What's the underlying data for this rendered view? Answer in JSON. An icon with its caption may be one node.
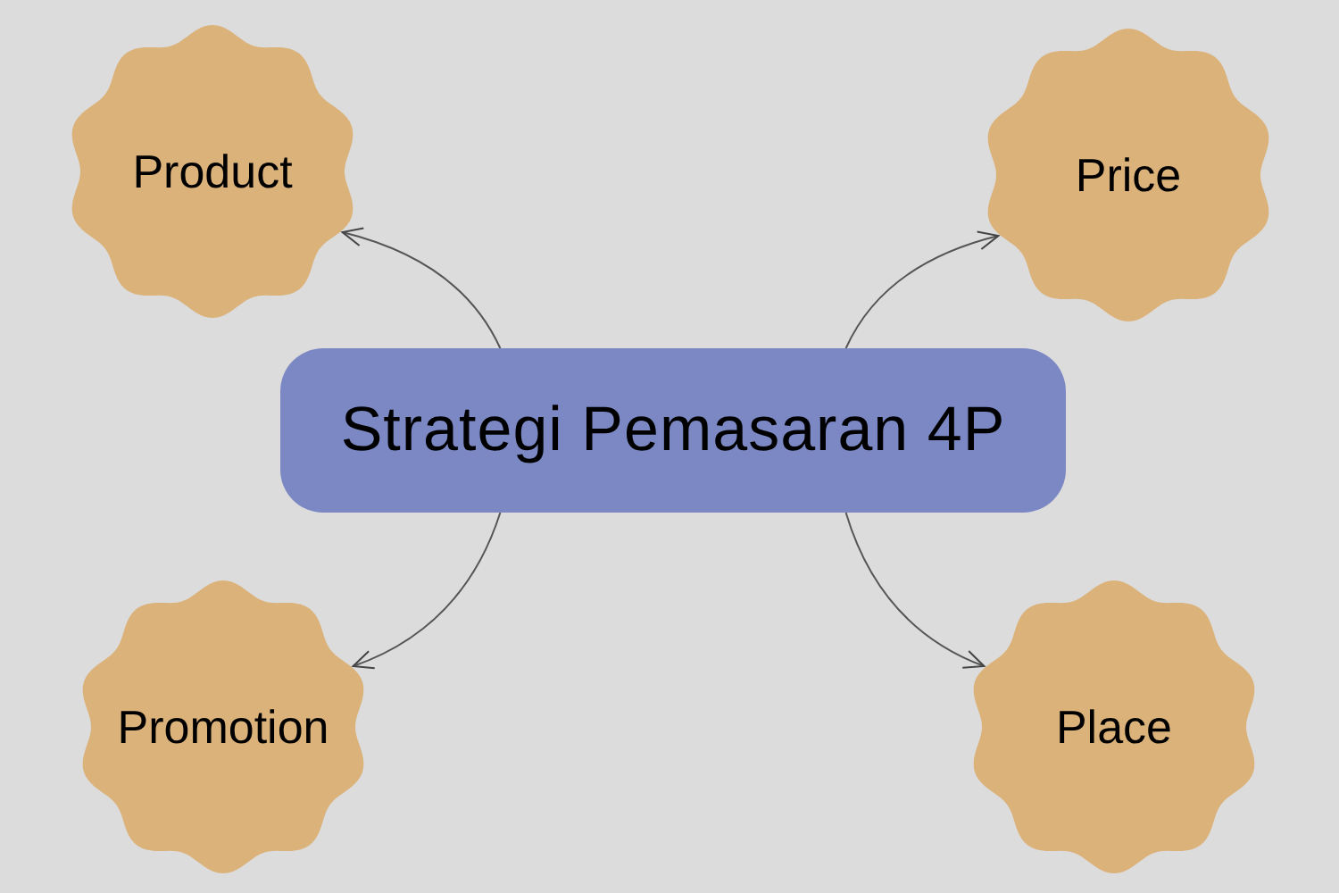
{
  "diagram": {
    "nodes": [
      {
        "text": [
          "Product"
        ]
      },
      {
        "text": [
          "Price"
        ]
      },
      {
        "text": [
          "Strategi Pemasaran 4P"
        ]
      },
      {
        "text": [
          "Promotion"
        ]
      },
      {
        "text": [
          "Place"
        ]
      }
    ],
    "edges": [
      {
        "from": 2,
        "to": 0,
        "arrow": "to"
      },
      {
        "from": 2,
        "to": 1,
        "arrow": "to"
      },
      {
        "from": 2,
        "to": 3,
        "arrow": "to"
      },
      {
        "from": 2,
        "to": 4,
        "arrow": "to"
      }
    ]
  }
}
